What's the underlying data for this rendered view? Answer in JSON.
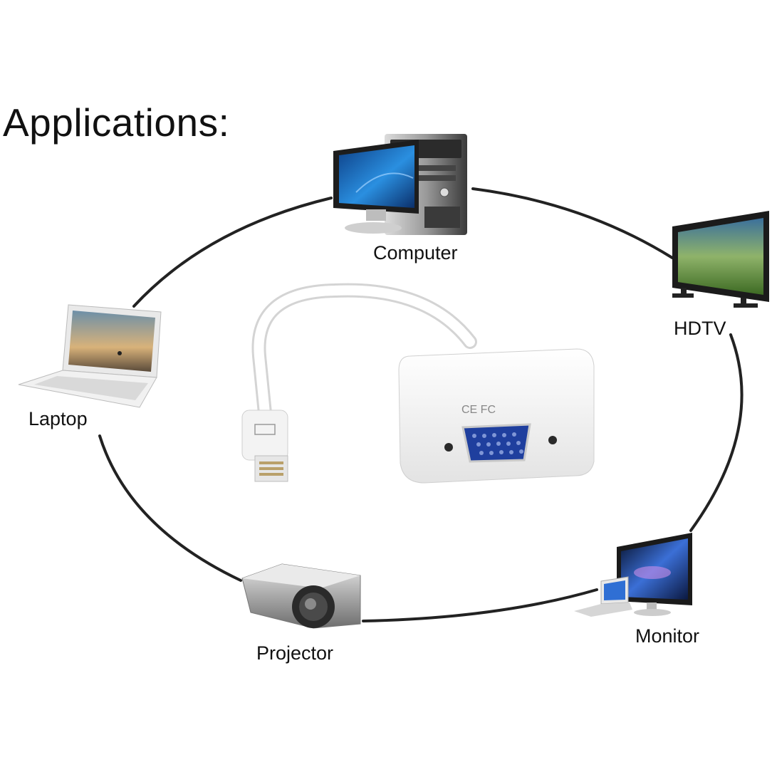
{
  "heading": "Applications:",
  "devices": {
    "computer": "Computer",
    "hdtv": "HDTV",
    "laptop": "Laptop",
    "monitor": "Monitor",
    "projector": "Projector"
  },
  "adapter": {
    "markings": "CE FC"
  },
  "colors": {
    "circle": "#222222",
    "vga_port": "#1f3f9e",
    "screen_blue": "#1a6fc0",
    "adapter_white": "#f4f4f4"
  }
}
